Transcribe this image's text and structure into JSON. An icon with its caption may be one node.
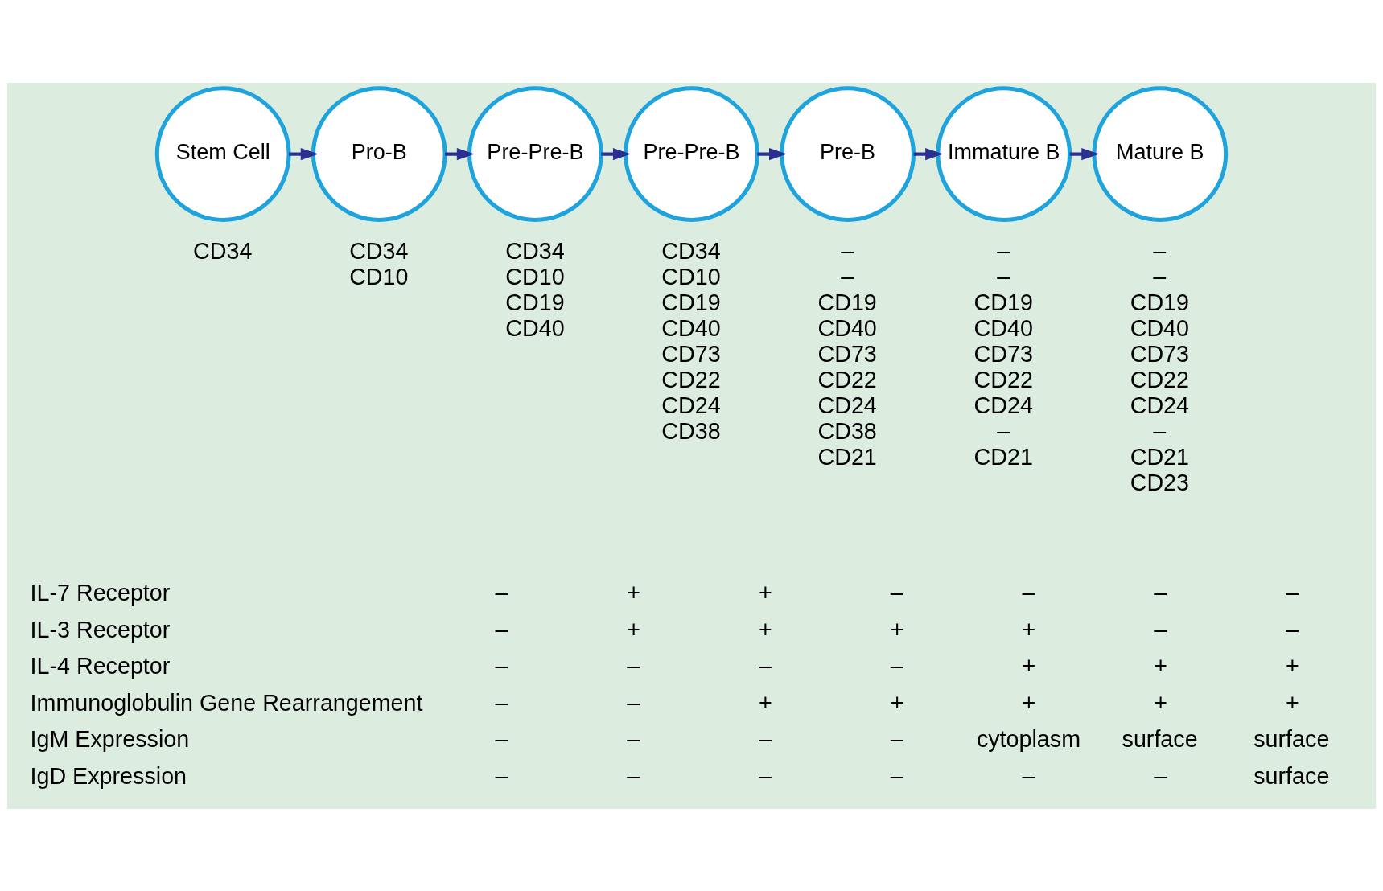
{
  "diagram": {
    "nodes": [
      {
        "text": [
          "Stem Cell"
        ],
        "beside": [
          "CD34"
        ]
      },
      {
        "text": [
          "Pro-B"
        ],
        "beside": [
          "CD34",
          "CD10"
        ]
      },
      {
        "text": [
          "Pre-Pre-B"
        ],
        "beside": [
          "CD34",
          "CD10",
          "CD19",
          "CD40"
        ]
      },
      {
        "text": [
          "Pre-Pre-B"
        ],
        "beside": [
          "CD34",
          "CD10",
          "CD19",
          "CD40",
          "CD73",
          "CD22",
          "CD24",
          "CD38"
        ]
      },
      {
        "text": [
          "Pre-B"
        ],
        "beside": [
          "–",
          "–",
          "CD19",
          "CD40",
          "CD73",
          "CD22",
          "CD24",
          "CD38",
          "CD21"
        ]
      },
      {
        "text": [
          "Immature B"
        ],
        "beside": [
          "–",
          "–",
          "CD19",
          "CD40",
          "CD73",
          "CD22",
          "CD24",
          "–",
          "CD21"
        ]
      },
      {
        "text": [
          "Mature B"
        ],
        "beside": [
          "–",
          "–",
          "CD19",
          "CD40",
          "CD73",
          "CD22",
          "CD24",
          "–",
          "CD21",
          "CD23"
        ]
      }
    ],
    "edges": [
      {
        "from": 0,
        "to": 1,
        "arrow": "to"
      },
      {
        "from": 1,
        "to": 2,
        "arrow": "to"
      },
      {
        "from": 2,
        "to": 3,
        "arrow": "to"
      },
      {
        "from": 3,
        "to": 4,
        "arrow": "to"
      },
      {
        "from": 4,
        "to": 5,
        "arrow": "to"
      },
      {
        "from": 5,
        "to": 6,
        "arrow": "to"
      }
    ],
    "labels": [
      "IL-7 Receptor",
      "–",
      "+",
      "+",
      "–",
      "–",
      "–",
      "–",
      "IL-3 Receptor",
      "–",
      "+",
      "+",
      "+",
      "+",
      "–",
      "–",
      "IL-4 Receptor",
      "–",
      "–",
      "–",
      "–",
      "+",
      "+",
      "+",
      "Immunoglobulin Gene Rearrangement",
      "–",
      "–",
      "+",
      "+",
      "+",
      "+",
      "+",
      "IgM Expression",
      "–",
      "–",
      "–",
      "–",
      "cytoplasm",
      "surface",
      "surface",
      "IgD Expression",
      "–",
      "–",
      "–",
      "–",
      "–",
      "–",
      "surface"
    ]
  }
}
